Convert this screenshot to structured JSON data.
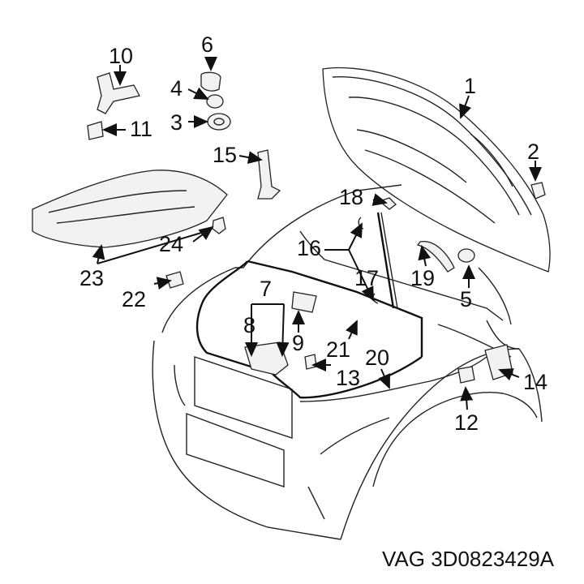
{
  "callouts": [
    "1",
    "2",
    "3",
    "4",
    "5",
    "6",
    "7",
    "8",
    "9",
    "10",
    "11",
    "12",
    "13",
    "14",
    "15",
    "16",
    "17",
    "18",
    "19",
    "20",
    "21",
    "22",
    "23",
    "24"
  ],
  "caption": "VAG 3D0823429A",
  "colors": {
    "ink": "#111111",
    "paper": "#ffffff"
  }
}
